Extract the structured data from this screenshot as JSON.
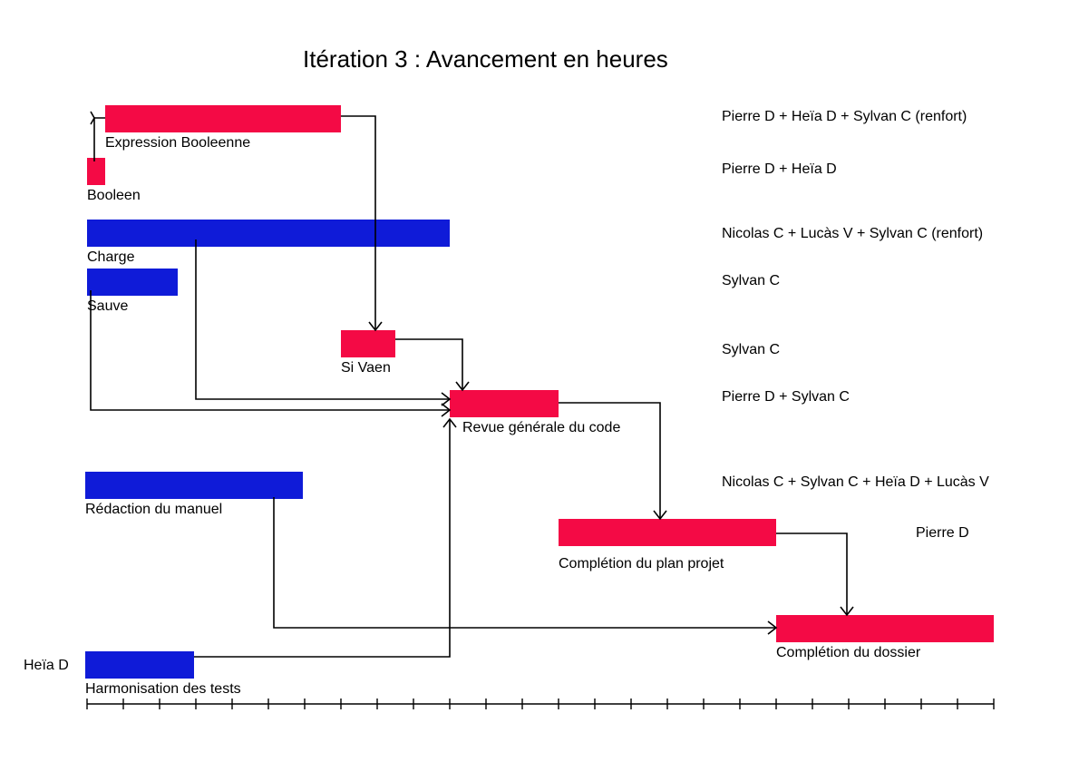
{
  "title": "Itération 3 : Avancement en heures",
  "colors": {
    "red": "#f40a45",
    "blue": "#0f1bd8"
  },
  "tasks": [
    {
      "label": "Expression Booleenne"
    },
    {
      "label": "Booleen"
    },
    {
      "label": "Charge"
    },
    {
      "label": "Sauve"
    },
    {
      "label": "Si Vaen"
    },
    {
      "label": "Revue générale du code"
    },
    {
      "label": "Rédaction du manuel"
    },
    {
      "label": "Complétion du plan projet"
    },
    {
      "label": "Complétion du dossier"
    },
    {
      "label": "Harmonisation des tests"
    }
  ],
  "assignees": [
    "Pierre D + Heïa D + Sylvan C (renfort)",
    "Pierre D + Heïa D",
    "Nicolas C + Lucàs V + Sylvan C (renfort)",
    "Sylvan C",
    "Sylvan C",
    "Pierre D + Sylvan C",
    "Nicolas C + Sylvan C + Heïa D + Lucàs V",
    "Pierre D",
    "Heïa D"
  ]
}
